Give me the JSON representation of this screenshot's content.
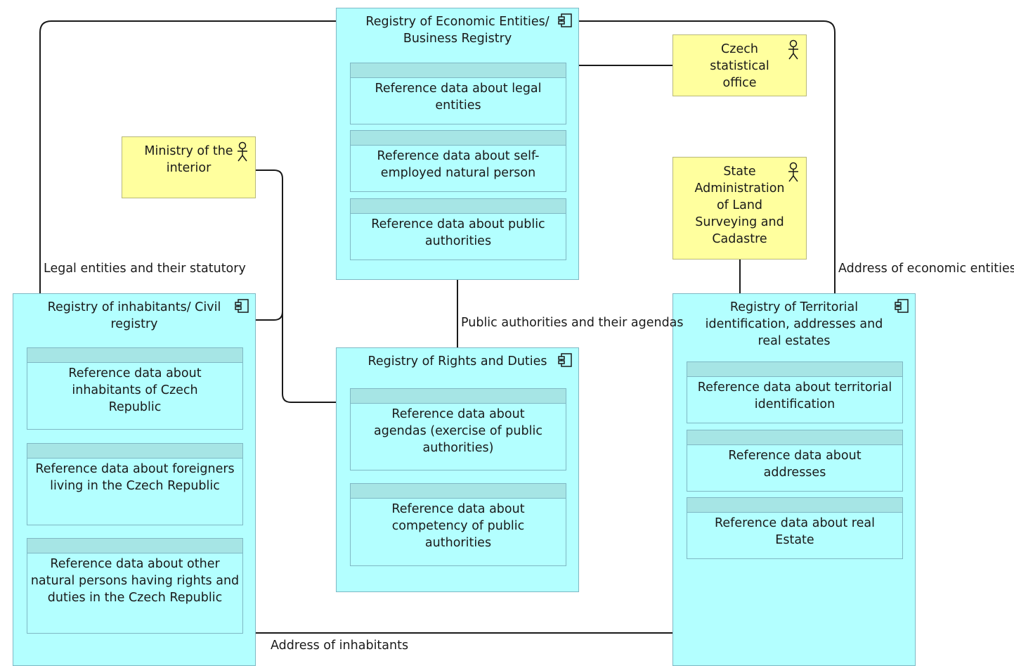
{
  "components": {
    "economic": {
      "title": "Registry of Economic Entities/ Business Registry",
      "data_objects": [
        "Reference data about legal entities",
        "Reference data about self-employed natural person",
        "Reference data about public authorities"
      ]
    },
    "inhabitants": {
      "title": "Registry of inhabitants/ Civil registry",
      "data_objects": [
        "Reference data about inhabitants of Czech Republic",
        "Reference data about foreigners living in the Czech Republic",
        "Reference data about other natural persons having rights and duties in the Czech Republic"
      ]
    },
    "rights": {
      "title": "Registry of Rights and Duties",
      "data_objects": [
        "Reference data about agendas (exercise of public authorities)",
        "Reference data about competency of public authorities"
      ]
    },
    "territorial": {
      "title": "Registry of Territorial identification, addresses and real estates",
      "data_objects": [
        "Reference data about territorial identification",
        "Reference data about addresses",
        "Reference data about real Estate"
      ]
    }
  },
  "actors": {
    "ministry": "Ministry of the interior",
    "statistical": "Czech statistical office",
    "cadastre": "State Administration of Land Surveying and Cadastre"
  },
  "edge_labels": {
    "legal_entities": "Legal entities and their statutory",
    "address_economic": "Address of economic entities",
    "public_authorities": "Public authorities and their agendas",
    "address_inhabitants": "Address of inhabitants"
  },
  "colors": {
    "component_fill": "#b3ffff",
    "data_header": "#a6e5e5",
    "actor_fill": "#ffff9e",
    "line": "#1a1a1a"
  }
}
